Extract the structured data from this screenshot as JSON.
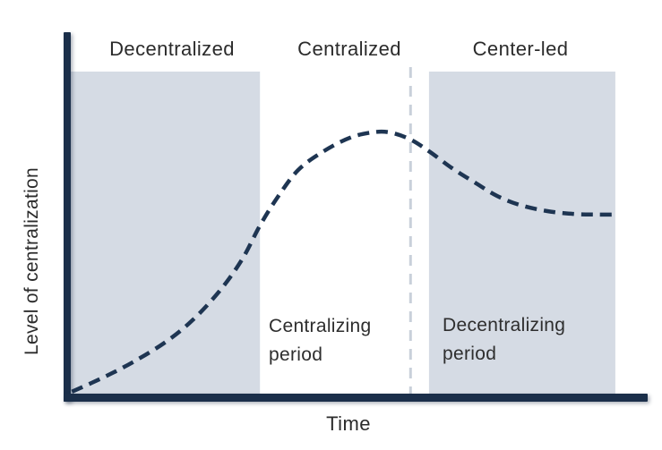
{
  "colors": {
    "background": "#ffffff",
    "curve": "#1e3552",
    "axis": "#1b2f4a",
    "region_fill": "#d5dbe4",
    "separator": "#c9d0da",
    "text": "#2b2b2b"
  },
  "chart_data": {
    "type": "line",
    "title": "",
    "xlabel": "Time",
    "ylabel": "Level of centralization",
    "grid": false,
    "axes_ticks": "none (qualitative axes)",
    "line_style": "dashed",
    "line_color": "#1e3552",
    "xlim": [
      0,
      100
    ],
    "ylim": [
      0,
      100
    ],
    "regions": [
      {
        "label": "Decentralized",
        "x0": 0,
        "x1": 32.8,
        "shaded": true
      },
      {
        "label": "Centralized",
        "x0": 32.8,
        "x1": 58.9,
        "shaded": false
      },
      {
        "label": "Center-led",
        "x0": 62.1,
        "x1": 94.4,
        "shaded": true
      }
    ],
    "separator_x": 58.9,
    "series": [
      {
        "name": "level-of-centralization",
        "points": [
          [
            0.2,
            0.6
          ],
          [
            5.6,
            5.0
          ],
          [
            11.0,
            10.0
          ],
          [
            16.5,
            16.1
          ],
          [
            21.1,
            22.8
          ],
          [
            25.8,
            31.9
          ],
          [
            29.7,
            41.7
          ],
          [
            32.8,
            52.2
          ],
          [
            35.9,
            61.1
          ],
          [
            39.4,
            69.4
          ],
          [
            43.6,
            75.0
          ],
          [
            48.3,
            79.4
          ],
          [
            52.2,
            81.1
          ],
          [
            55.3,
            81.1
          ],
          [
            58.9,
            78.9
          ],
          [
            62.3,
            75.0
          ],
          [
            66.1,
            70.0
          ],
          [
            70.0,
            65.6
          ],
          [
            73.9,
            61.4
          ],
          [
            77.8,
            58.6
          ],
          [
            82.5,
            56.7
          ],
          [
            87.1,
            55.8
          ],
          [
            91.0,
            55.6
          ],
          [
            94.4,
            55.6
          ]
        ]
      }
    ],
    "annotations": [
      {
        "text": "Centralizing period",
        "x": 34.5,
        "y": 17
      },
      {
        "text": "Decentralizing period",
        "x": 64.5,
        "y": 17
      }
    ]
  }
}
